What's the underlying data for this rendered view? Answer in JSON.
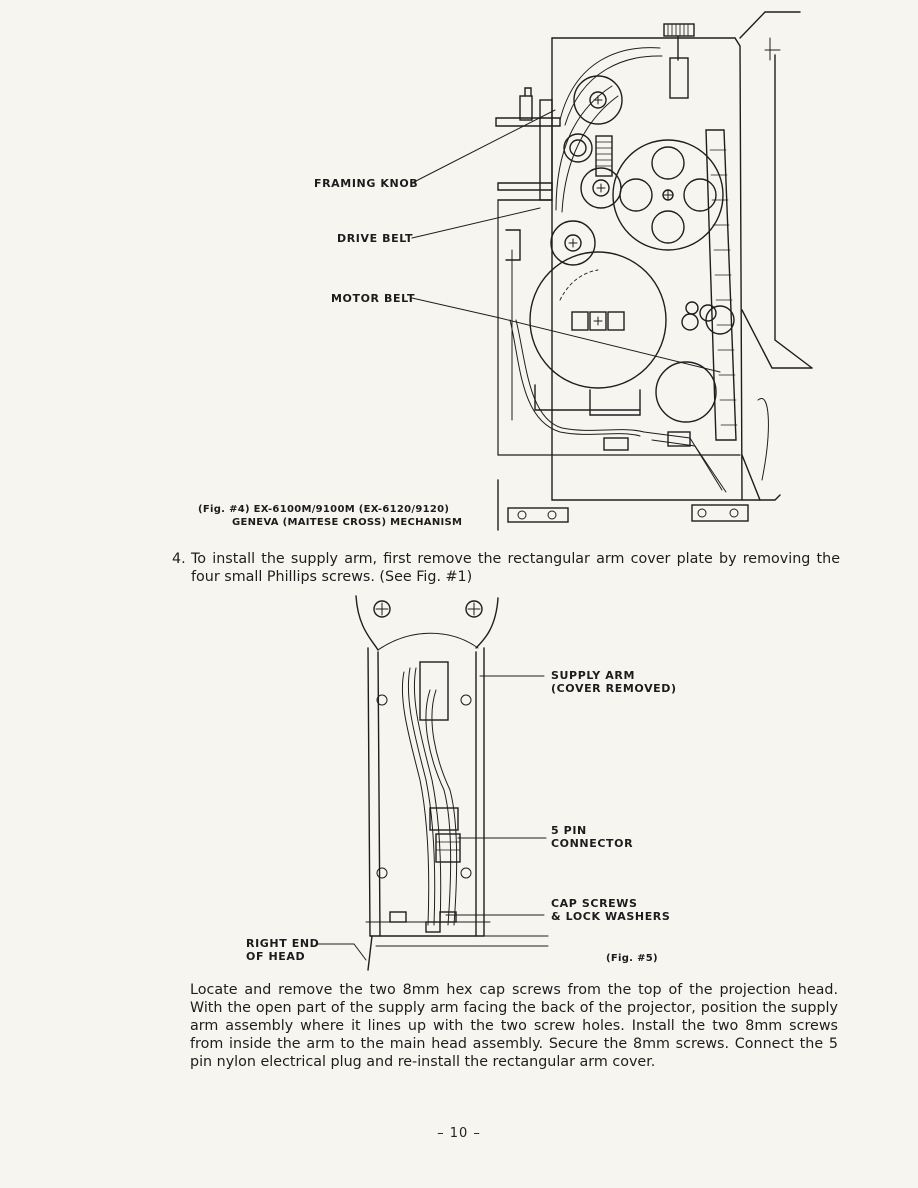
{
  "figure4": {
    "labels": {
      "framing_knob": "FRAMING KNOB",
      "drive_belt": "DRIVE BELT",
      "motor_belt": "MOTOR BELT"
    },
    "caption_line1": "(Fig. #4)  EX-6100M/9100M (EX-6120/9120)",
    "caption_line2": "GENEVA (MAITESE CROSS) MECHANISM"
  },
  "step4": {
    "number": "4.",
    "text": "To install the supply arm, first remove the rectangular arm cover plate by removing the four small Phillips screws. (See Fig. #1)"
  },
  "figure5": {
    "labels": {
      "supply_arm_1": "SUPPLY ARM",
      "supply_arm_2": "(COVER REMOVED)",
      "connector_1": "5 PIN",
      "connector_2": "CONNECTOR",
      "cap_screws_1": "CAP SCREWS",
      "cap_screws_2": "& LOCK WASHERS",
      "right_end_1": "RIGHT END",
      "right_end_2": "OF HEAD"
    },
    "caption": "(Fig. #5)"
  },
  "paragraph": "Locate and remove the two 8mm hex cap screws from the top of the projection head. With the open part of the supply arm facing the back of the projector, position the supply arm assembly where it lines up with the two screw holes. Install the two 8mm screws from inside the arm to the main head assembly. Secure the 8mm screws. Connect the 5 pin nylon electrical plug and re-install the rectangular arm cover.",
  "page_number": "– 10 –"
}
